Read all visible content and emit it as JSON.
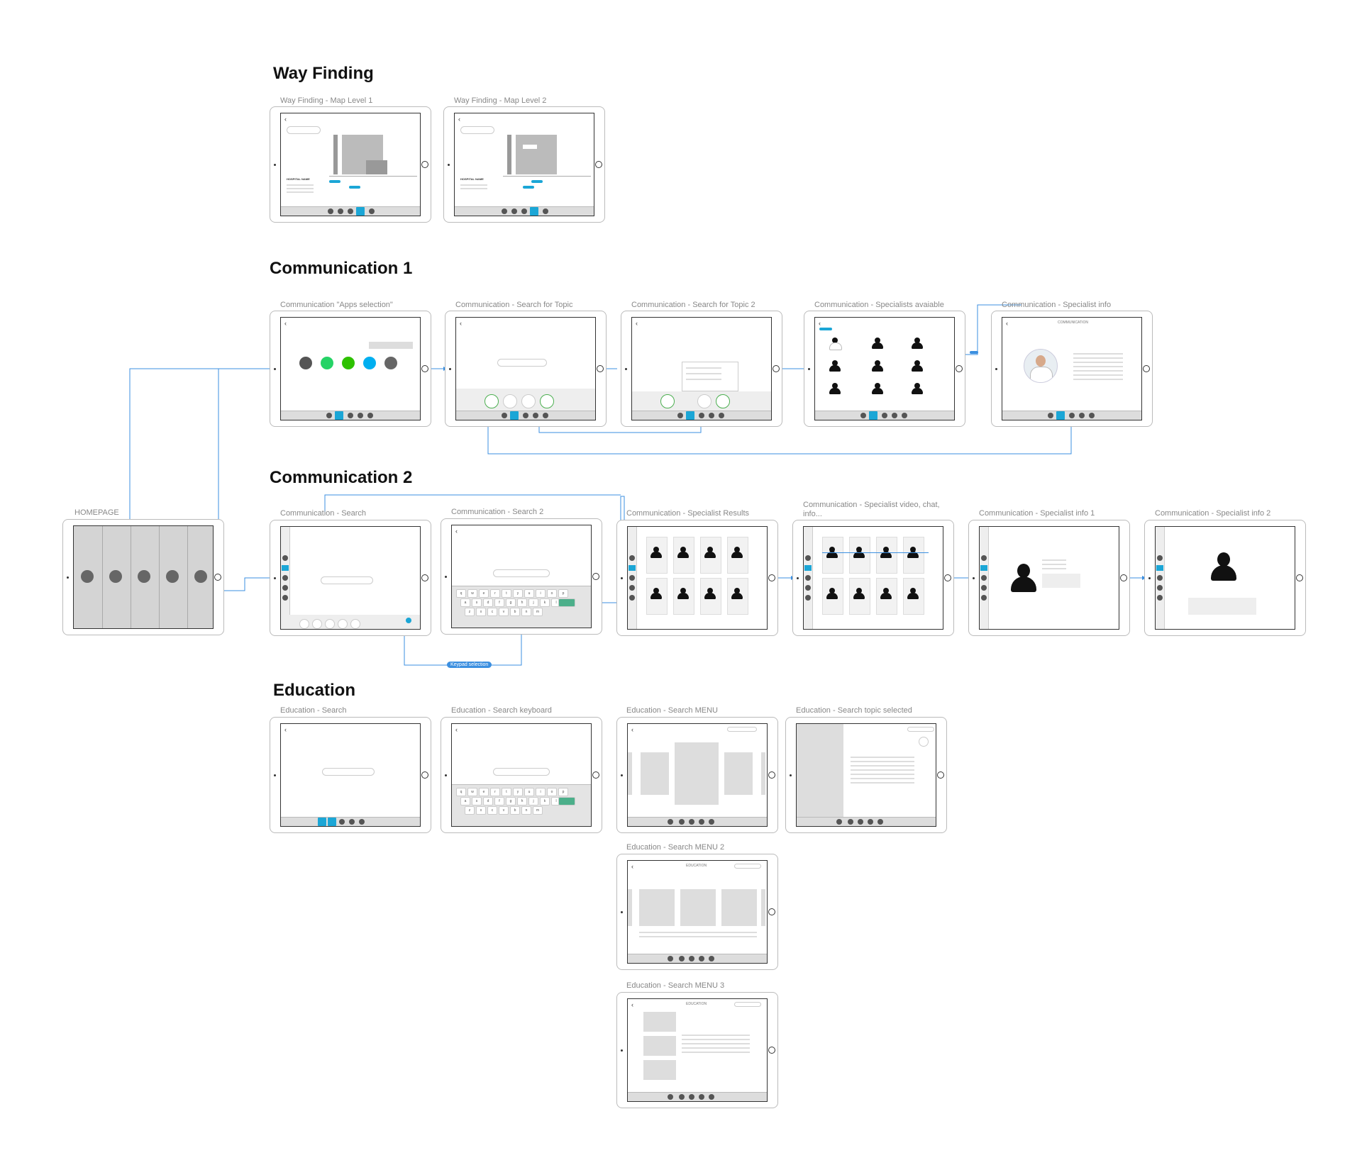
{
  "sections": {
    "wayfinding": "Way Finding",
    "comm1": "Communication 1",
    "comm2": "Communication 2",
    "education": "Education"
  },
  "screens": {
    "home": "HOMEPAGE",
    "wf1": "Way Finding - Map Level 1",
    "wf2": "Way Finding - Map Level 2",
    "c1a": "Communication \"Apps selection\"",
    "c1b": "Communication - Search for Topic",
    "c1c": "Communication - Search for Topic 2",
    "c1d": "Communication - Specialists avaiable",
    "c1e": "Communication - Specialist info",
    "c2a": "Communication - Search",
    "c2b": "Communication - Search 2",
    "c2c": "Communication - Specialist Results",
    "c2d1": "Communication - Specialist video, chat,",
    "c2d2": "info...",
    "c2e": "Communication -  Specialist info 1",
    "c2f": "Communication -  Specialist info  2",
    "e1": "Education -  Search",
    "e2": "Education -  Search keyboard",
    "e3": "Education -  Search MENU",
    "e4": "Education -  Search topic selected",
    "e5": "Education -  Search MENU 2",
    "e6": "Education -  Search MENU 3"
  },
  "connector_labels": {
    "keypad": "Keypad selection"
  },
  "inner_text": {
    "education": "EDUCATION",
    "communication": "COMMUNICATION",
    "hospital_name": "HOSPITAL NAME"
  },
  "keyboard_rows": [
    [
      "q",
      "w",
      "e",
      "r",
      "t",
      "y",
      "u",
      "i",
      "o",
      "p"
    ],
    [
      "a",
      "s",
      "d",
      "f",
      "g",
      "h",
      "j",
      "k",
      "l"
    ],
    [
      "z",
      "x",
      "c",
      "v",
      "b",
      "n",
      "m"
    ]
  ],
  "colors": {
    "accent": "#1ba6d6",
    "connector": "#3b8fe0",
    "whatsapp": "#25d366",
    "wechat": "#2dc100",
    "skype": "#00aff0"
  }
}
